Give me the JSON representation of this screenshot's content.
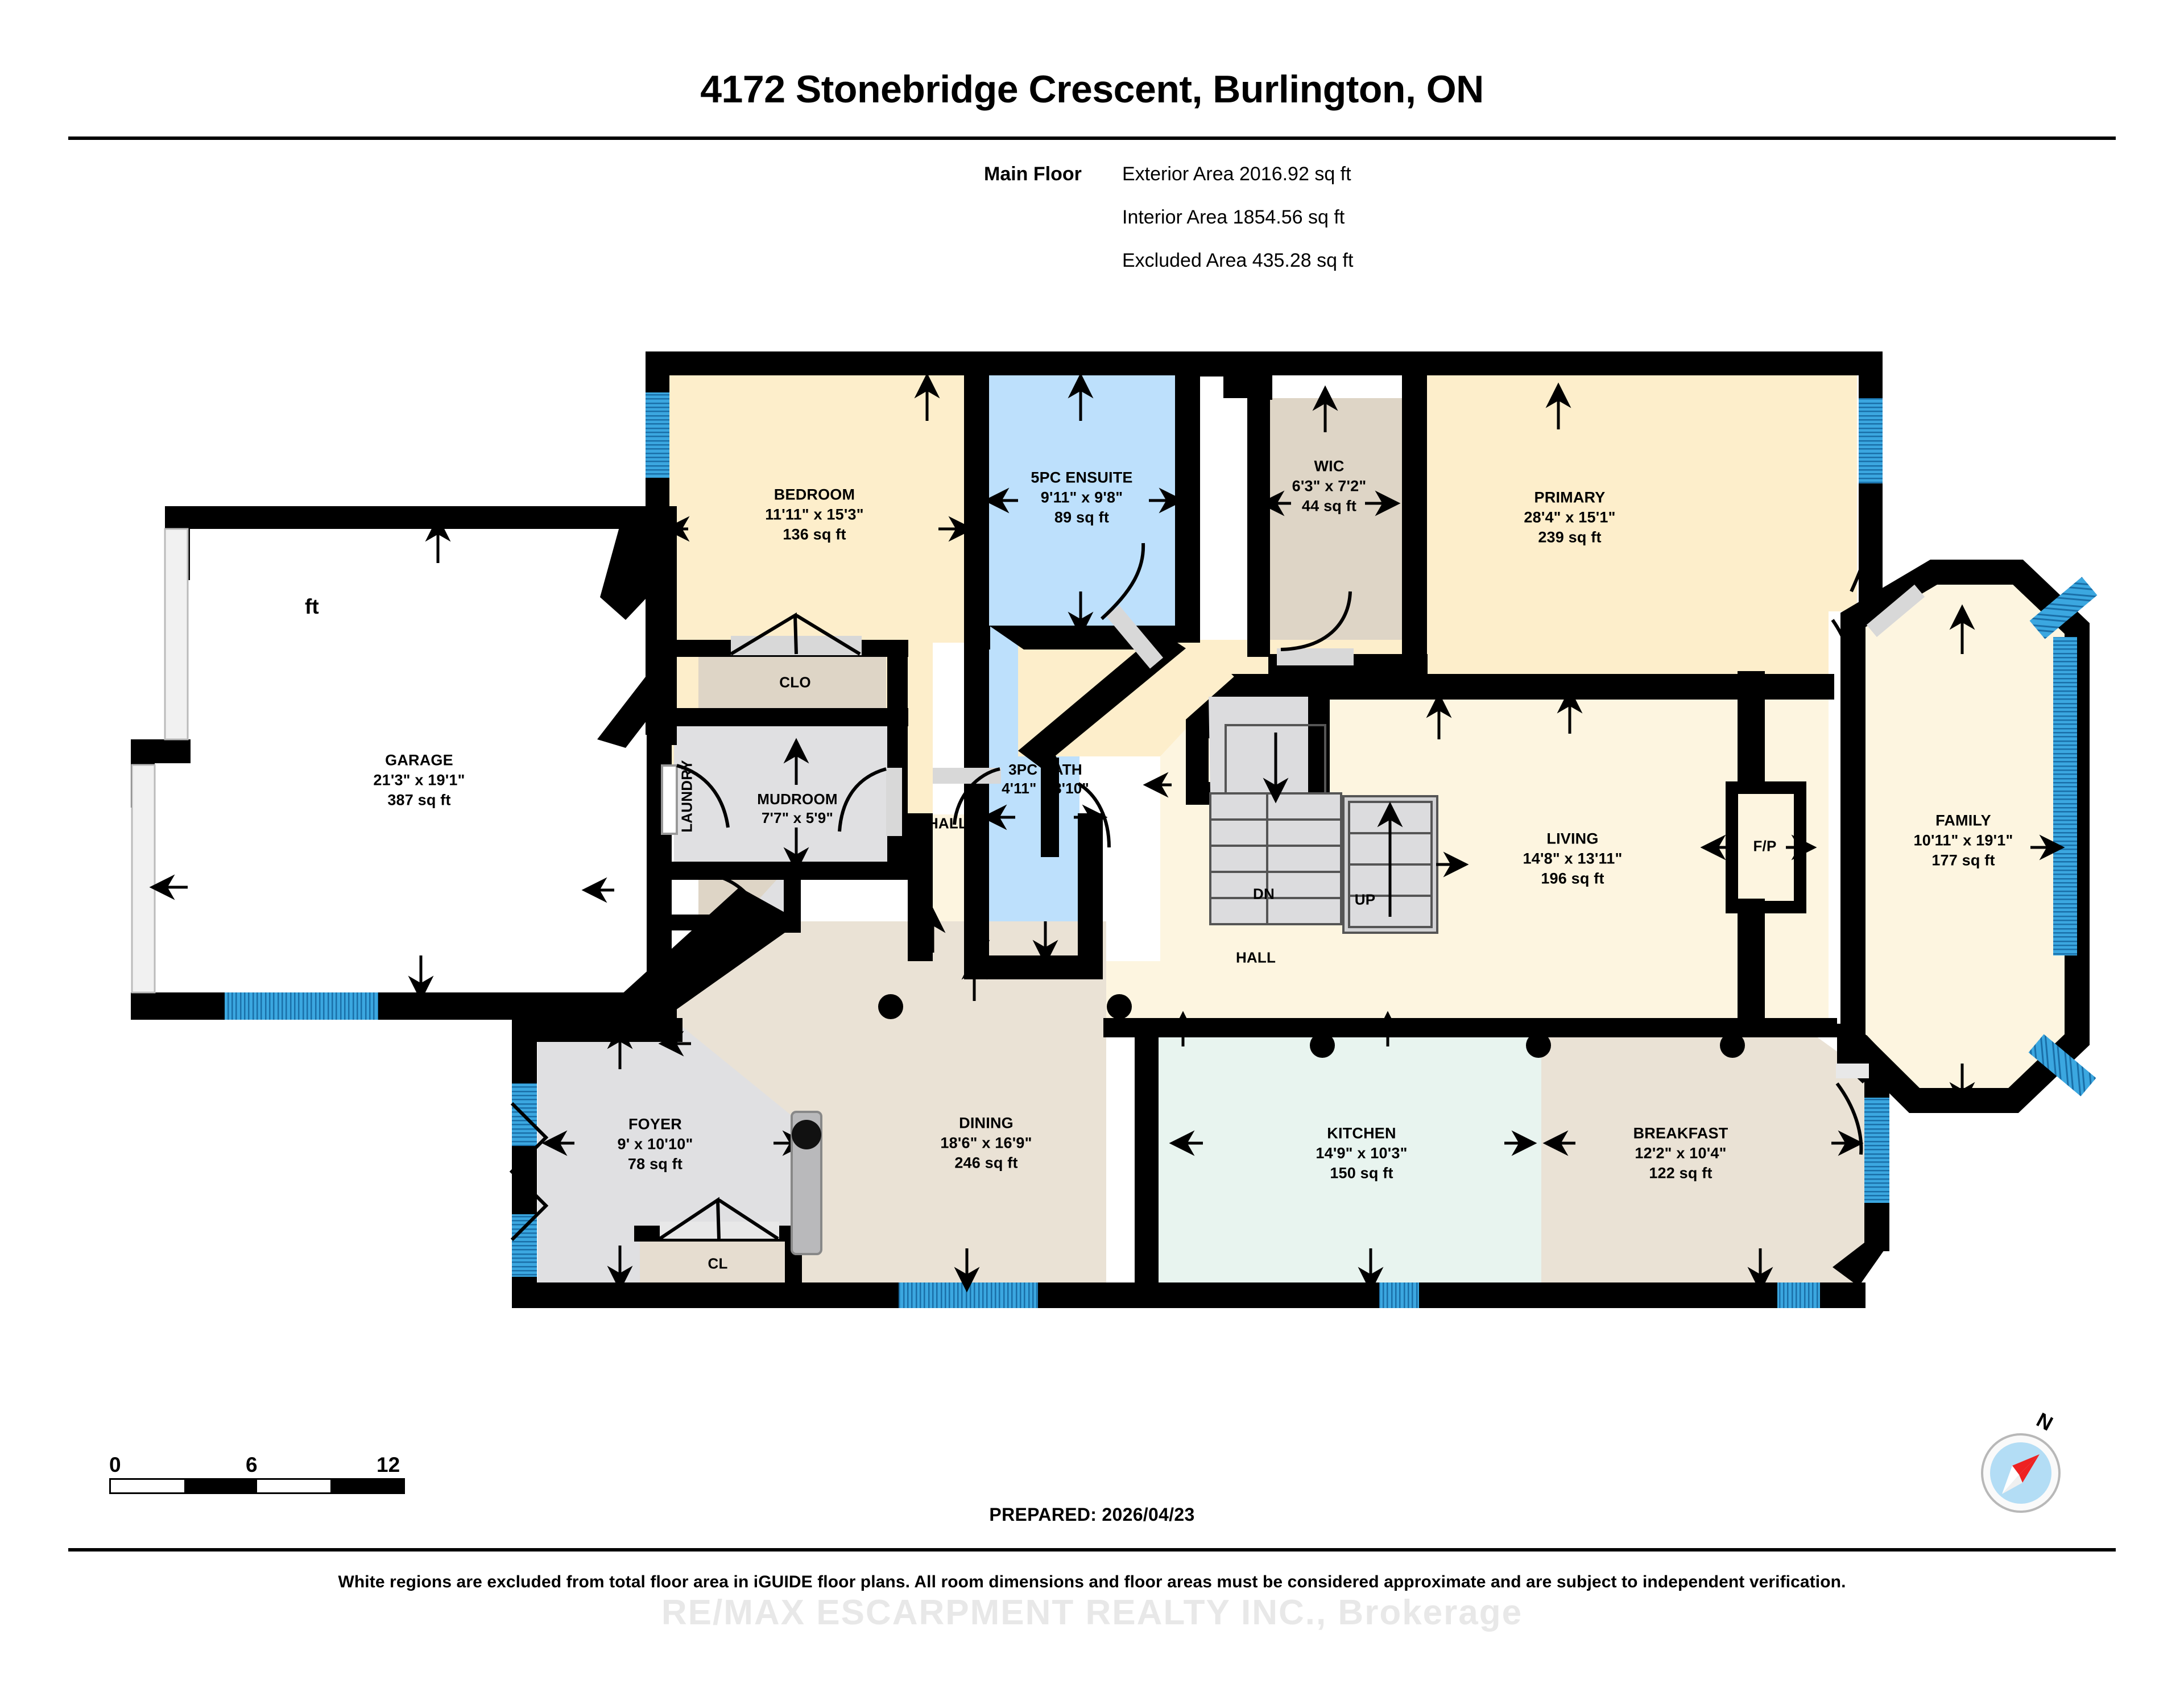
{
  "header": {
    "title": "4172 Stonebridge Crescent, Burlington, ON",
    "floor_label": "Main Floor",
    "exterior_area": "Exterior Area 2016.92 sq ft",
    "interior_area": "Interior Area 1854.56 sq ft",
    "excluded_area": "Excluded Area 435.28 sq ft"
  },
  "rooms": [
    {
      "name": "BEDROOM",
      "dim": "11'11\" x 15'3\"",
      "sf": "136 sq ft"
    },
    {
      "name": "5PC ENSUITE",
      "dim": "9'11\" x 9'8\"",
      "sf": "89 sq ft"
    },
    {
      "name": "WIC",
      "dim": "6'3\" x 7'2\"",
      "sf": "44 sq ft"
    },
    {
      "name": "PRIMARY",
      "dim": "28'4\" x 15'1\"",
      "sf": "239 sq ft"
    },
    {
      "name": "GARAGE",
      "dim": "21'3\" x 19'1\"",
      "sf": "387 sq ft"
    },
    {
      "name": "MUDROOM",
      "dim": "7'7\" x 5'9\"",
      "sf": ""
    },
    {
      "name": "3PC BATH",
      "dim": "4'11\" x 8'10\"",
      "sf": ""
    },
    {
      "name": "LIVING",
      "dim": "14'8\" x 13'11\"",
      "sf": "196 sq ft"
    },
    {
      "name": "FAMILY",
      "dim": "10'11\" x 19'1\"",
      "sf": "177 sq ft"
    },
    {
      "name": "FOYER",
      "dim": "9' x 10'10\"",
      "sf": "78 sq ft"
    },
    {
      "name": "DINING",
      "dim": "18'6\" x 16'9\"",
      "sf": "246 sq ft"
    },
    {
      "name": "KITCHEN",
      "dim": "14'9\" x 10'3\"",
      "sf": "150 sq ft"
    },
    {
      "name": "BREAKFAST",
      "dim": "12'2\" x 10'4\"",
      "sf": "122 sq ft"
    }
  ],
  "minor_labels": {
    "clo": "CLO",
    "cl_mud": "CL",
    "cl_foyer": "CL",
    "laundry": "LAUNDRY",
    "hall_mud": "HALL",
    "hall_main": "HALL",
    "stairs_dn": "DN",
    "stairs_up": "UP",
    "fireplace": "F/P"
  },
  "scale": {
    "tick_0": "0",
    "tick_6": "6",
    "tick_12": "12",
    "unit": "ft"
  },
  "footer": {
    "prepared": "PREPARED: 2026/04/23",
    "disclaimer": "White regions are excluded from total floor area in iGUIDE floor plans. All room dimensions and floor areas must be considered approximate and are subject to independent verification.",
    "watermark": "RE/MAX ESCARPMENT REALTY INC., Brokerage"
  },
  "compass": {
    "north_label": "N"
  },
  "colors": {
    "wall": "#000000",
    "bedroom_cream": "#fdeecb",
    "living_cream": "#fdf5e0",
    "bath_blue": "#bde0fc",
    "closet_tan": "#ded5c6",
    "dining_beige": "#eae2d5",
    "kitchen_green": "#e8f4ef",
    "foyer_grey": "#e0e0e2",
    "window_blue": "#3ba7e0",
    "compass_dial": "#b3ddf5",
    "compass_needle": "#ee2222"
  }
}
